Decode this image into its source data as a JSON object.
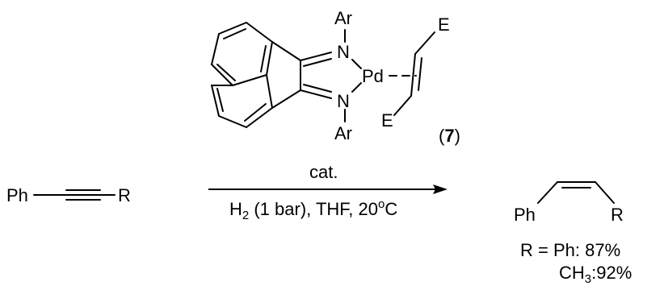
{
  "catalyst": {
    "aryl_top": "Ar",
    "n_top": "N",
    "pd": "Pd",
    "n_bottom": "N",
    "aryl_bottom": "Ar",
    "olefin_e_top": "E",
    "olefin_e_bottom": "E",
    "label_open": "(",
    "label_number": "7",
    "label_close": ")"
  },
  "reactant": {
    "ph": "Ph",
    "r": "R"
  },
  "conditions": {
    "above_arrow": "cat.",
    "h2_prefix": "H",
    "h2_subscript": "2",
    "h2_suffix": " (1 bar), THF, 20",
    "degree": "o",
    "unit": "C"
  },
  "product": {
    "ph": "Ph",
    "r": "R"
  },
  "yields": {
    "line1": "R = Ph: 87%",
    "ch3_prefix": "CH",
    "ch3_subscript": "3",
    "ch3_suffix": ":92%"
  },
  "colors": {
    "ink": "#000000",
    "background": "#ffffff"
  }
}
